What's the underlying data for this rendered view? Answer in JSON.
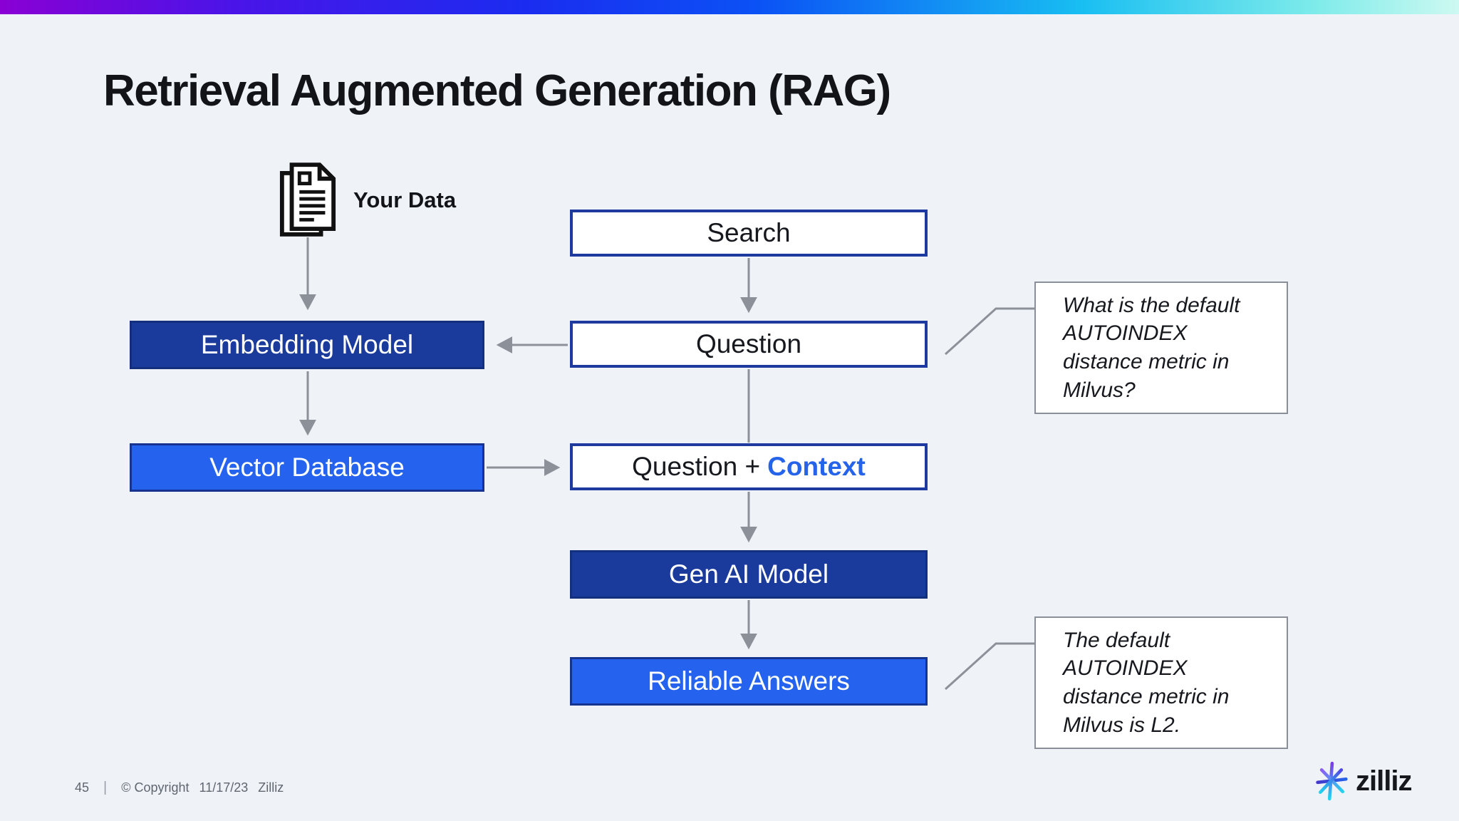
{
  "title": "Retrieval Augmented Generation (RAG)",
  "diagram": {
    "your_data_label": "Your Data",
    "nodes": {
      "search": {
        "label": "Search",
        "style": "outline"
      },
      "question": {
        "label": "Question",
        "style": "outline"
      },
      "embedding_model": {
        "label": "Embedding Model",
        "style": "dark"
      },
      "vector_database": {
        "label": "Vector Database",
        "style": "bright"
      },
      "question_context": {
        "label_prefix": "Question +",
        "label_highlight": "Context"
      },
      "gen_ai_model": {
        "label": "Gen AI Model",
        "style": "dark"
      },
      "reliable_answers": {
        "label": "Reliable Answers",
        "style": "bright"
      }
    },
    "callouts": {
      "question_callout": {
        "text": "What is the default AUTOINDEX distance metric in Milvus?"
      },
      "answer_callout": {
        "text": "The default AUTOINDEX distance metric in Milvus is L2."
      }
    }
  },
  "icons": {
    "your_data": "document-stack-icon",
    "logo_mark": "starburst-icon"
  },
  "colors": {
    "dark_blue_fill": "#1a3a9c",
    "bright_blue_fill": "#2563ee",
    "outline_border": "#1e3a9e",
    "context_text": "#2563eb",
    "arrow_gray": "#8c9099",
    "callout_border": "#8a9099",
    "topbar_gradient_start": "#8A00D4",
    "topbar_gradient_mid": "#0B52F5",
    "topbar_gradient_end": "#CDF9F1"
  },
  "footer": {
    "page_number": "45",
    "divider": "|",
    "copyright": "© Copyright",
    "date": "11/17/23",
    "company": "Zilliz"
  },
  "logo": {
    "text": "zilliz"
  }
}
